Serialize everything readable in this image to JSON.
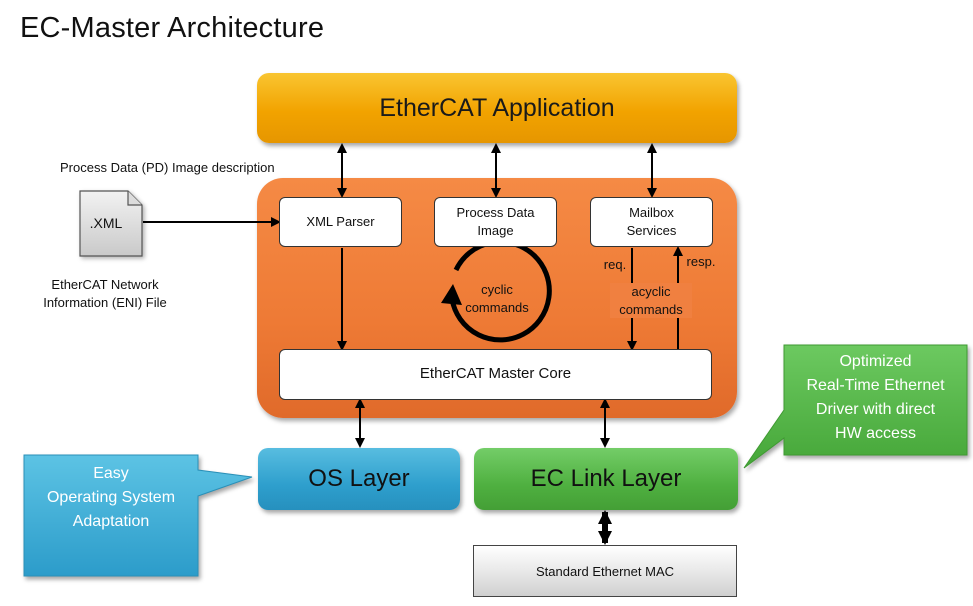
{
  "title": "EC-Master Architecture",
  "application": "EtherCAT Application",
  "pd_description": "Process Data (PD) Image description",
  "xml_file": ".XML",
  "eni_line1": "EtherCAT Network",
  "eni_line2": "Information  (ENI) File",
  "xml_parser": "XML Parser",
  "pd_image_line1": "Process Data",
  "pd_image_line2": "Image",
  "mailbox_line1": "Mailbox",
  "mailbox_line2": "Services",
  "cyclic_line1": "cyclic",
  "cyclic_line2": "commands",
  "req": "req.",
  "resp": "resp.",
  "acyclic_line1": "acyclic",
  "acyclic_line2": "commands",
  "master_core": "EtherCAT Master Core",
  "os_layer": "OS Layer",
  "ec_link_layer": "EC Link Layer",
  "ethernet_mac": "Standard Ethernet MAC",
  "callout_os": [
    "Easy",
    "Operating System",
    "Adaptation"
  ],
  "callout_ec": [
    "Optimized",
    "Real-Time Ethernet",
    "Driver with direct",
    "HW access"
  ],
  "colors": {
    "application": "#f2a300",
    "master_block": "#ee7a35",
    "os_layer": "#2e9fcd",
    "ec_link_layer": "#4fb040",
    "callout_os": "#3fb2d8",
    "callout_ec": "#4fb040"
  }
}
